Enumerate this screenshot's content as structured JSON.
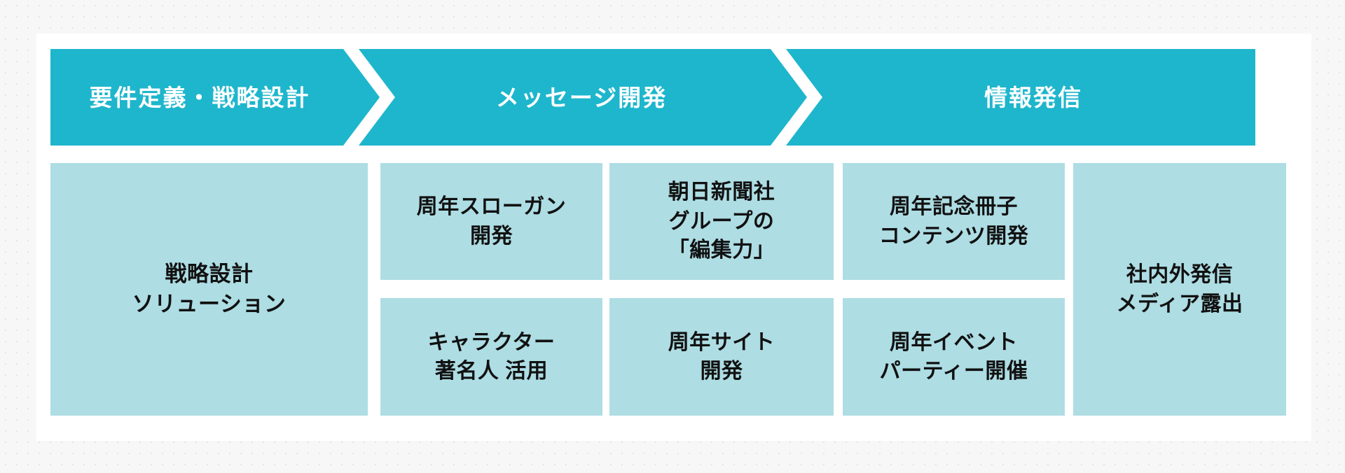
{
  "colors": {
    "page_background": "#f7f7f8",
    "card_background": "#ffffff",
    "phase_band": "#1eb6cc",
    "box_fill": "#aedde4",
    "phase_label_text": "#ffffff",
    "box_text": "#111111"
  },
  "phases": [
    {
      "id": "requirements-strategy",
      "label": "要件定義・戦略設計"
    },
    {
      "id": "message-development",
      "label": "メッセージ開発"
    },
    {
      "id": "information-delivery",
      "label": "情報発信"
    }
  ],
  "columns": [
    {
      "id": "strategy-solution",
      "boxes": [
        {
          "id": "strategy-design-solution",
          "text": "戦略設計\nソリューション"
        }
      ]
    },
    {
      "id": "slogan-character",
      "boxes": [
        {
          "id": "anniversary-slogan-development",
          "text": "周年スローガン\n開発"
        },
        {
          "id": "character-celebrity-utilization",
          "text": "キャラクター\n著名人 活用"
        }
      ]
    },
    {
      "id": "editorial-site",
      "boxes": [
        {
          "id": "asahi-group-editorial-power",
          "text": "朝日新聞社\nグループの\n「編集力」"
        },
        {
          "id": "anniversary-site-development",
          "text": "周年サイト\n開発"
        }
      ]
    },
    {
      "id": "booklet-event",
      "boxes": [
        {
          "id": "anniversary-booklet-content-development",
          "text": "周年記念冊子\nコンテンツ開発"
        },
        {
          "id": "anniversary-event-party",
          "text": "周年イベント\nパーティー開催"
        }
      ]
    },
    {
      "id": "internal-external-media",
      "boxes": [
        {
          "id": "internal-external-media-exposure",
          "text": "社内外発信\nメディア露出"
        }
      ]
    }
  ]
}
